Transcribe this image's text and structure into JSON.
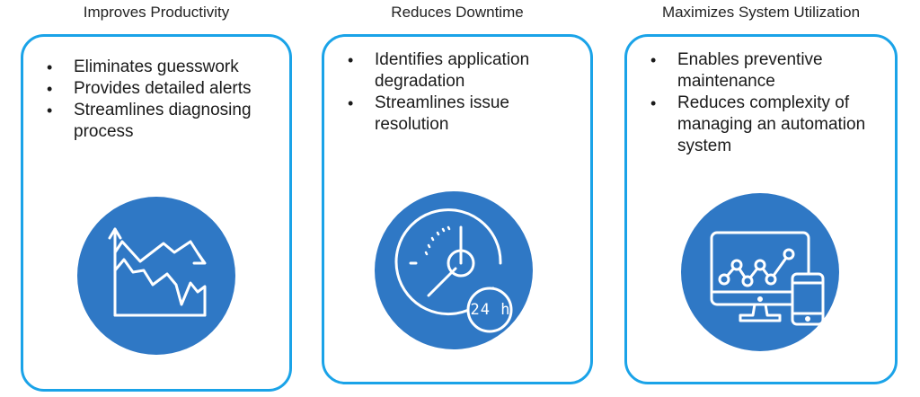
{
  "columns": [
    {
      "title": "Improves Productivity",
      "bullets": [
        "Eliminates guesswork",
        "Provides detailed alerts",
        "Streamlines diagnosing process"
      ],
      "icon": "declining-chart-icon"
    },
    {
      "title": "Reduces Downtime",
      "bullets": [
        "Identifies application degradation",
        "Streamlines issue resolution"
      ],
      "icon": "clock-24h-icon",
      "icon_label": "24 h"
    },
    {
      "title": "Maximizes System Utilization",
      "bullets": [
        "Enables preventive maintenance",
        "Reduces complexity of managing an automation system"
      ],
      "icon": "monitor-phone-icon"
    }
  ],
  "colors": {
    "card_border": "#1aa3e8",
    "badge_fill": "#2f78c5",
    "icon_stroke": "#ffffff"
  }
}
